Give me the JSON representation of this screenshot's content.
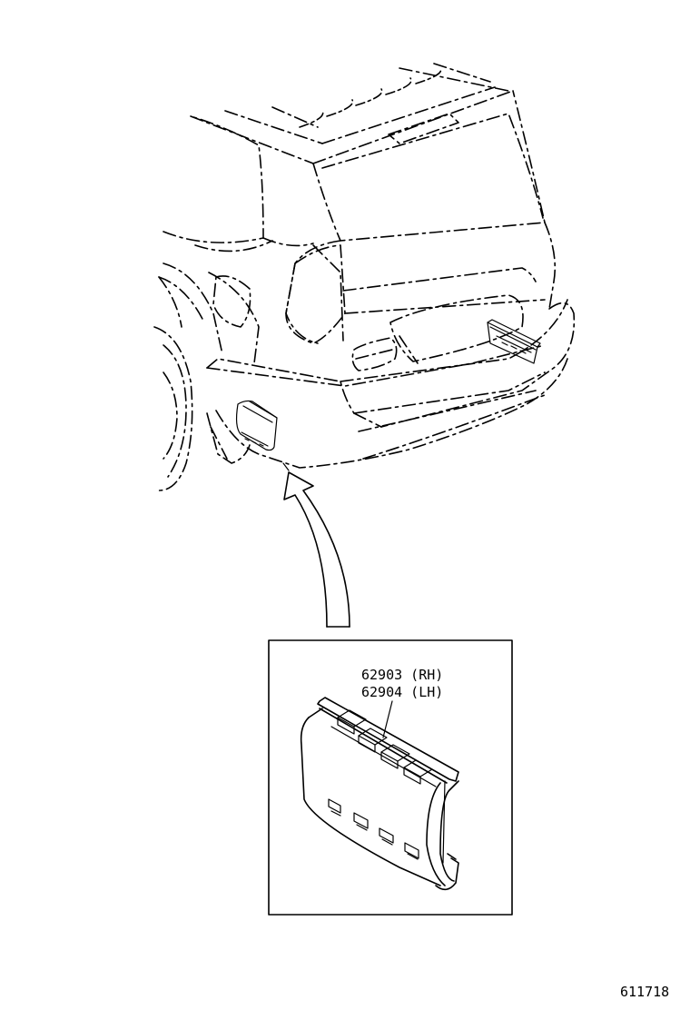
{
  "callouts": {
    "part_rh": "62903 (RH)",
    "part_lh": "62904 (LH)"
  },
  "figure_number": "611718",
  "icons": {
    "vehicle": "vehicle-rear-outline-icon",
    "arrow": "curved-arrow-icon",
    "part": "bumper-vent-grille-icon"
  }
}
